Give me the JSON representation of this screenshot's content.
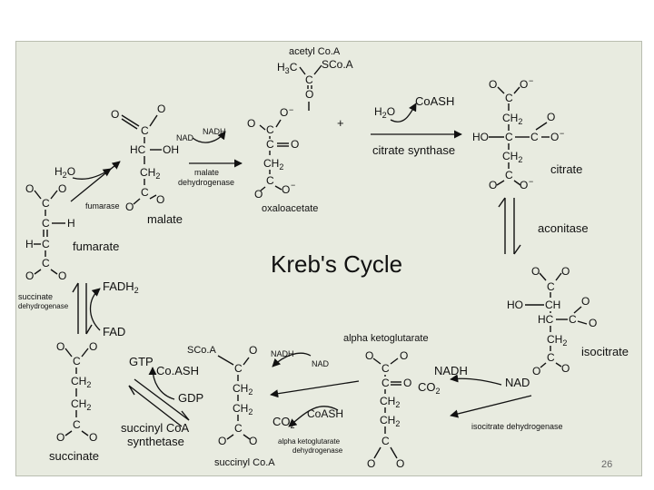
{
  "title": "Kreb's Cycle",
  "page_number": "26",
  "colors": {
    "background": "#ffffff",
    "panel": "#e8ebe0",
    "ink": "#111111"
  },
  "compounds": {
    "acetyl_coa": "acetyl Co.A",
    "oxaloacetate": "oxaloacetate",
    "citrate": "citrate",
    "isocitrate": "isocitrate",
    "alpha_ketoglutarate": "alpha ketoglutarate",
    "succinyl_coa": "succinyl Co.A",
    "succinate": "succinate",
    "fumarate": "fumarate",
    "malate": "malate"
  },
  "enzymes": {
    "citrate_synthase": "citrate synthase",
    "aconitase": "aconitase",
    "isocitrate_dh": "isocitrate dehydrogenase",
    "akg_dh_1": "alpha ketoglutarate",
    "akg_dh_2": "dehydrogenase",
    "succinyl_synth_1": "succinyl CoA",
    "succinyl_synth_2": "synthetase",
    "succinate_dh_1": "succinate",
    "succinate_dh_2": "dehydrogenase",
    "fumarase": "fumarase",
    "malate_dh_1": "malate",
    "malate_dh_2": "dehydrogenase"
  },
  "cofactors": {
    "coash_1": "CoASH",
    "h2o_1": "H",
    "h2o_2": "H",
    "nadh_iso": "NADH",
    "co2_iso": "CO",
    "nad_iso": "NAD",
    "nadh_akg": "NADH",
    "nad_akg": "NAD",
    "coash_akg": "CoASH",
    "co2_akg": "CO",
    "gtp": "GTP",
    "coash_s": "Co.ASH",
    "gdp": "GDP",
    "sco_a_s": "SCo.A",
    "fadh2": "FADH",
    "fad": "FAD",
    "nad_mal": "NAD",
    "nadh_mal": "NADH",
    "plus": "+"
  },
  "atoms": {
    "O": "O",
    "C": "C",
    "H": "H",
    "HC": "HC",
    "HO": "HO",
    "OH": "OH",
    "CH": "CH",
    "CH2": "CH",
    "H3C": "H",
    "SCoA": "SCo.A",
    "two": "2",
    "three": "3",
    "minus": "−"
  }
}
